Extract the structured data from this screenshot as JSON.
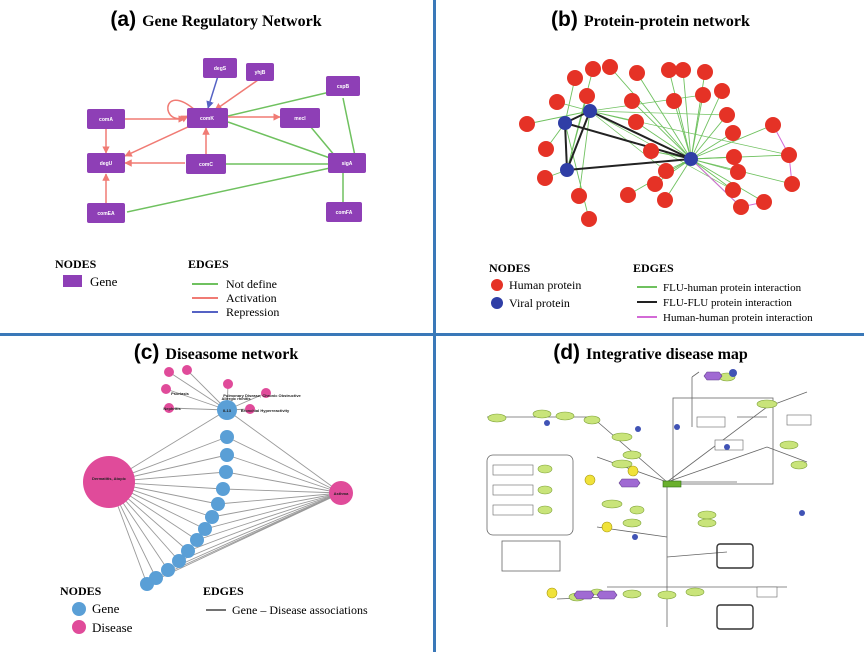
{
  "panels": {
    "a": {
      "letter": "(a)",
      "title": "Gene Regulatory Network",
      "nodes_heading": "NODES",
      "edges_heading": "EDGES",
      "node_legend": [
        {
          "label": "Gene",
          "color": "#8e3fb6"
        }
      ],
      "edge_legend": [
        {
          "label": "Not define",
          "color": "#6fc15f"
        },
        {
          "label": "Activation",
          "color": "#f07b74"
        },
        {
          "label": "Repression",
          "color": "#5562c4"
        }
      ],
      "genes": [
        "degS",
        "yhjB",
        "cspB",
        "comA",
        "comK",
        "mecl",
        "degU",
        "comC",
        "sigA",
        "comEA",
        "comFA"
      ]
    },
    "b": {
      "letter": "(b)",
      "title": "Protein-protein network",
      "nodes_heading": "NODES",
      "edges_heading": "EDGES",
      "node_legend": [
        {
          "label": "Human protein",
          "color": "#e53226"
        },
        {
          "label": "Viral protein",
          "color": "#2f3ea6"
        }
      ],
      "edge_legend": [
        {
          "label": "FLU-human protein interaction",
          "color": "#6fc15f"
        },
        {
          "label": "FLU-FLU protein interaction",
          "color": "#222222"
        },
        {
          "label": "Human-human protein interaction",
          "color": "#d36ad6"
        }
      ]
    },
    "c": {
      "letter": "(c)",
      "title": "Diseasome network",
      "nodes_heading": "NODES",
      "edges_heading": "EDGES",
      "node_legend": [
        {
          "label": "Gene",
          "color": "#5a9fd6"
        },
        {
          "label": "Disease",
          "color": "#e04b9a"
        }
      ],
      "edge_legend": [
        {
          "label": "Gene – Disease associations",
          "color": "#444444"
        }
      ],
      "disease_nodes": [
        "Dermatitis, Atopic",
        "Asthma"
      ],
      "top_gene": "IL13",
      "top_diseases": [
        "Allergic rhinitis",
        "Pulmonary Disease, Chronic Obstructive",
        "Psoriasis",
        "Bronchial Hyperreactivity",
        "Nephritis"
      ]
    },
    "d": {
      "letter": "(d)",
      "title": "Integrative disease map"
    }
  }
}
